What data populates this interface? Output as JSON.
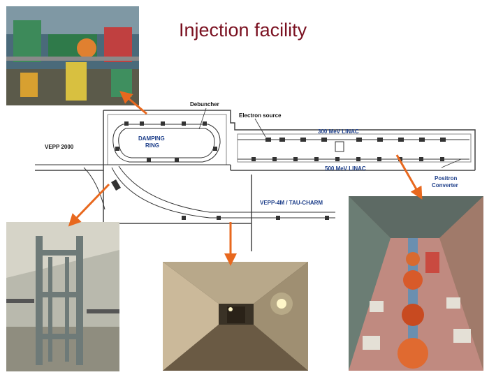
{
  "title": "Injection facility",
  "labels": {
    "debuncher": "Debuncher",
    "electron_source": "Electron source",
    "linac_300": "300 MeV LINAC",
    "linac_500": "500 MeV LINAC",
    "damping_ring_1": "DAMPING",
    "damping_ring_2": "RING",
    "vepp2000": "VEPP 2000",
    "positron_converter_1": "Positron",
    "positron_converter_2": "Converter",
    "vepp4m": "VEPP-4M / TAU-CHARM"
  },
  "colors": {
    "title": "#7a1020",
    "arrow": "#e8681e",
    "label": "#1e3f8a"
  }
}
